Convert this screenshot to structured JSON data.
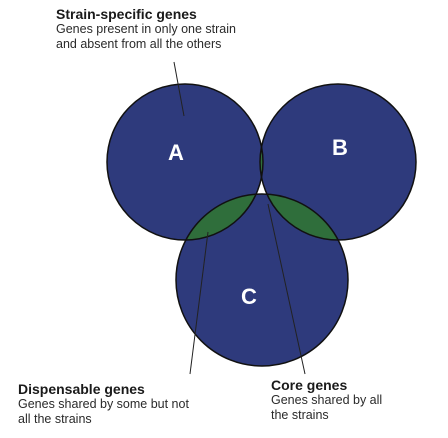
{
  "annotations": {
    "strain_specific": {
      "title": "Strain-specific genes",
      "desc_line1": "Genes present in only one strain",
      "desc_line2": "and absent from all the others"
    },
    "dispensable": {
      "title": "Dispensable genes",
      "desc_line1": "Genes shared by some but not",
      "desc_line2": "all the strains"
    },
    "core": {
      "title": "Core genes",
      "desc_line1": "Genes shared by all",
      "desc_line2": "the strains"
    }
  },
  "venn": {
    "sets": [
      "A",
      "B",
      "C"
    ],
    "colors": {
      "unique_region": "#2e3a7c",
      "pairwise_overlap": "#2f6e3b",
      "triple_overlap": "#cf3a33",
      "outline": "#111111",
      "label_text": "#ffffff"
    }
  }
}
